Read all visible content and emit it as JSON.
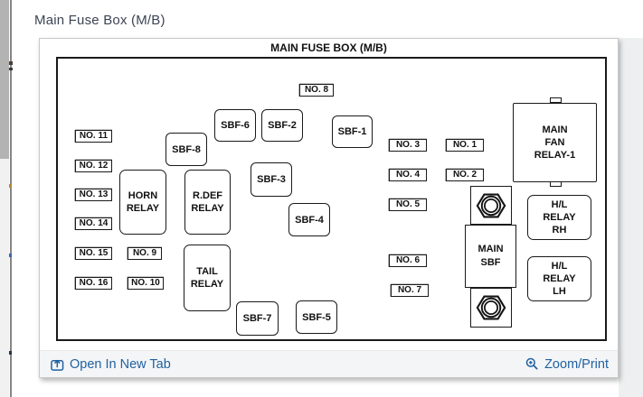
{
  "page": {
    "title": "Main Fuse Box (M/B)"
  },
  "diagram": {
    "title": "MAIN FUSE BOX (M/B)",
    "fuses": {
      "no1": "NO. 1",
      "no2": "NO. 2",
      "no3": "NO. 3",
      "no4": "NO. 4",
      "no5": "NO. 5",
      "no6": "NO. 6",
      "no7": "NO. 7",
      "no8": "NO. 8",
      "no9": "NO. 9",
      "no10": "NO. 10",
      "no11": "NO. 11",
      "no12": "NO. 12",
      "no13": "NO. 13",
      "no14": "NO. 14",
      "no15": "NO. 15",
      "no16": "NO. 16"
    },
    "sbf": {
      "sbf1": "SBF-1",
      "sbf2": "SBF-2",
      "sbf3": "SBF-3",
      "sbf4": "SBF-4",
      "sbf5": "SBF-5",
      "sbf6": "SBF-6",
      "sbf7": "SBF-7",
      "sbf8": "SBF-8"
    },
    "relays": {
      "horn": "HORN\nRELAY",
      "rdef": "R.DEF\nRELAY",
      "tail": "TAIL\nRELAY",
      "main_fan": "MAIN\nFAN\nRELAY-1",
      "hl_rh": "H/L\nRELAY\nRH",
      "hl_lh": "H/L\nRELAY\nLH",
      "main_sbf": "MAIN\nSBF"
    }
  },
  "footer": {
    "open_in_new_tab": "Open In New Tab",
    "zoom_print": "Zoom/Print"
  },
  "colors": {
    "link_blue": "#2161a0",
    "page_title": "#3c4454",
    "diagram_ink": "#1a1a1a",
    "footer_bg": "#f3f5f7",
    "scroll_thumb": "#b3b3b3",
    "scroll_track": "#f1f1f1"
  }
}
